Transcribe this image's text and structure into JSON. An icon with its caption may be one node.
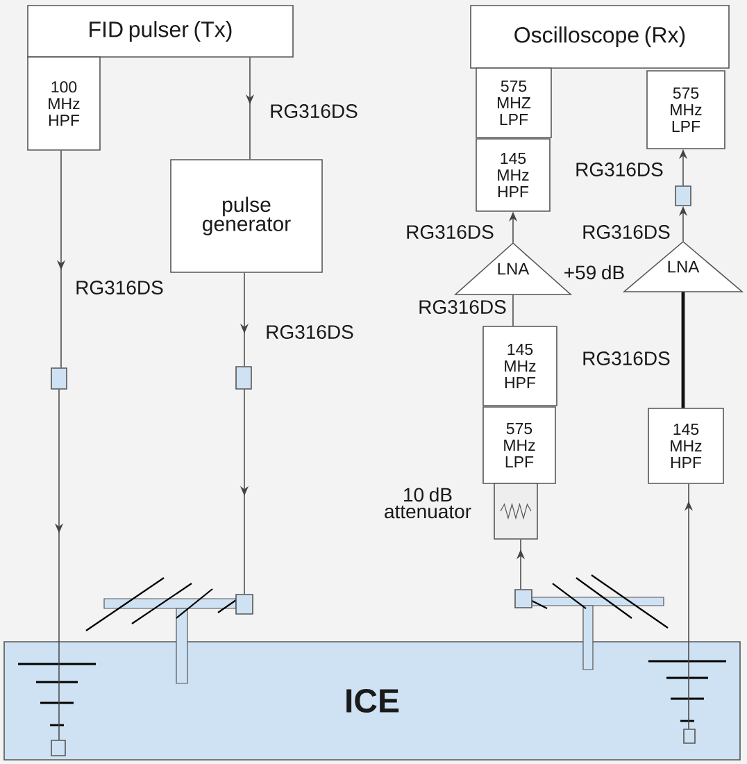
{
  "diagram": {
    "nodes": [
      {
        "text": [
          "FID pulser (Tx)"
        ]
      },
      {
        "text": [
          "100 MHz HPF"
        ]
      },
      {
        "text": [
          "Oscilloscope (Rx)"
        ]
      },
      {
        "text": [
          "575 MHZ LPF"
        ]
      },
      {
        "text": [
          "575 MHz LPF"
        ]
      },
      {
        "text": [
          "145 MHz HPF"
        ]
      },
      {
        "text": [
          "pulse generator"
        ]
      },
      {
        "text": [],
        "shape": "box"
      },
      {
        "text": [
          "LNA"
        ],
        "beside": [
          "+59 dB"
        ]
      },
      {
        "text": [
          "LNA"
        ]
      },
      {
        "text": [
          "145 MHz HPF"
        ]
      },
      {
        "text": [],
        "shape": "box"
      },
      {
        "text": [],
        "shape": "box"
      },
      {
        "text": [
          "145 MHz HPF"
        ]
      },
      {
        "text": [
          "575 MHz LPF"
        ]
      },
      {
        "text": [],
        "shape": "box",
        "beside": [
          "10 dB attenuator"
        ]
      },
      {
        "text": [],
        "shape": "box"
      },
      {
        "text": [],
        "shape": "box"
      },
      {
        "text": [
          "ICE"
        ]
      },
      {
        "text": [],
        "shape": "box",
        "in": 18
      },
      {
        "text": [],
        "shape": "box",
        "in": 18
      }
    ],
    "edges": [
      {
        "from": 0,
        "to": 6,
        "arrow": "to",
        "label": "RG316DS"
      },
      {
        "from": 1,
        "to": 11,
        "arrow": "to",
        "label": "RG316DS"
      },
      {
        "from": 6,
        "to": 12,
        "arrow": "to",
        "label": "RG316DS"
      },
      {
        "from": 11,
        "to": 19,
        "arrow": "to"
      },
      {
        "from": 12,
        "to": 16,
        "arrow": "to"
      },
      {
        "from": 17,
        "to": 15,
        "arrow": "to"
      },
      {
        "from": 10,
        "to": 8,
        "arrow": "none",
        "label": "RG316DS"
      },
      {
        "from": 8,
        "to": 5,
        "arrow": "to",
        "label": "RG316DS"
      },
      {
        "from": 20,
        "to": 13,
        "arrow": "to"
      },
      {
        "from": 13,
        "to": 9,
        "arrow": "none",
        "label": "RG316DS",
        "style": "thick",
        "color": "#111111"
      },
      {
        "from": 9,
        "to": 7,
        "arrow": "to",
        "label": "RG316DS"
      },
      {
        "from": 7,
        "to": 4,
        "arrow": "to",
        "label": "RG316DS"
      }
    ]
  }
}
